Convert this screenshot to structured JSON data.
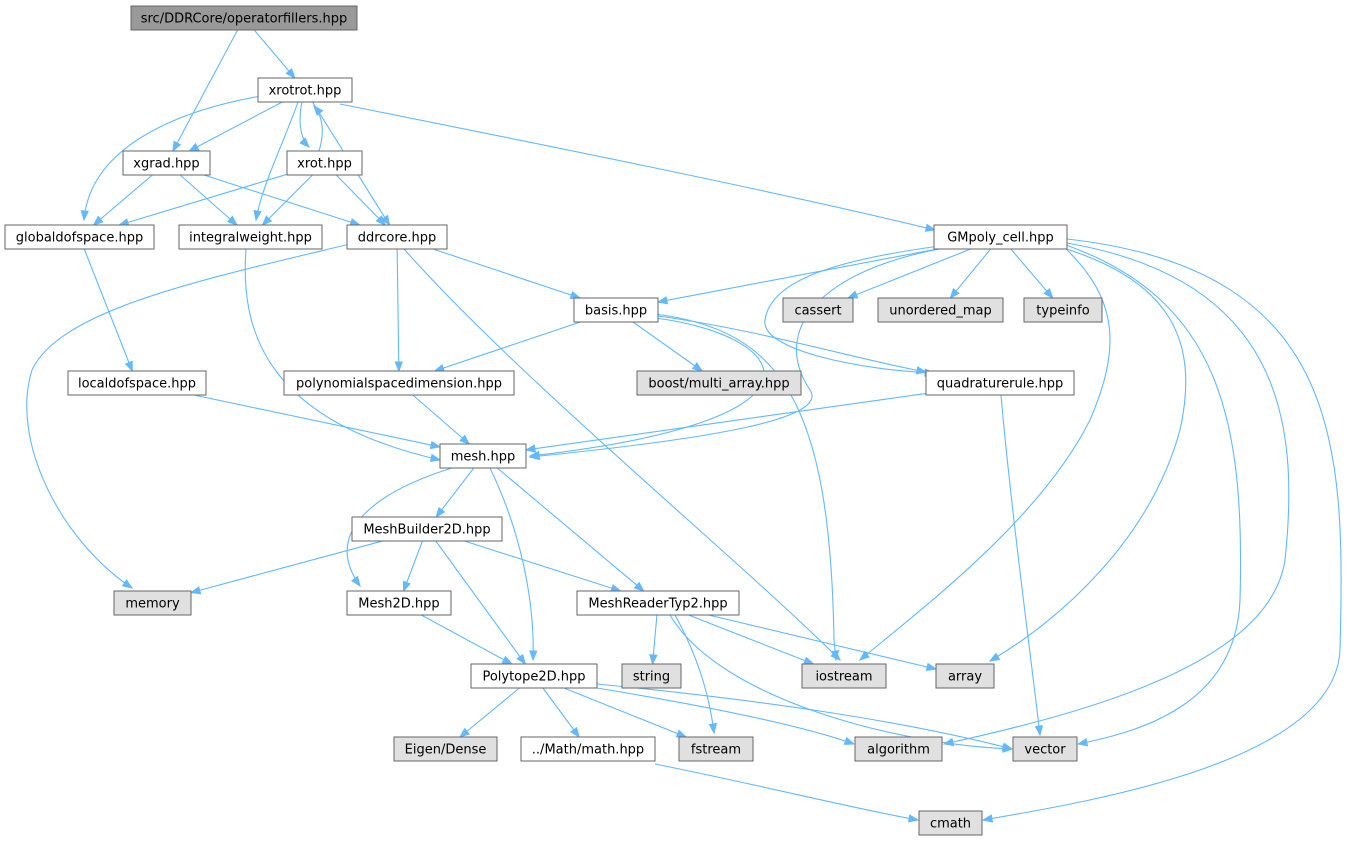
{
  "colors": {
    "edge": "#63b8ff",
    "root_fill": "#999999",
    "file_fill": "#ffffff",
    "system_fill": "#e0e0e0",
    "border": "#666666"
  },
  "graph": {
    "nodes": [
      {
        "id": "root",
        "label": "src/DDRCore/operatorfillers.hpp",
        "kind": "root",
        "interactable": false
      },
      {
        "id": "xrotrot",
        "label": "xrotrot.hpp",
        "kind": "file",
        "interactable": true
      },
      {
        "id": "xgrad",
        "label": "xgrad.hpp",
        "kind": "file",
        "interactable": true
      },
      {
        "id": "xrot",
        "label": "xrot.hpp",
        "kind": "file",
        "interactable": true
      },
      {
        "id": "globaldofspace",
        "label": "globaldofspace.hpp",
        "kind": "file",
        "interactable": true
      },
      {
        "id": "integralweight",
        "label": "integralweight.hpp",
        "kind": "file",
        "interactable": true
      },
      {
        "id": "ddrcore",
        "label": "ddrcore.hpp",
        "kind": "file",
        "interactable": true
      },
      {
        "id": "gmpoly",
        "label": "GMpoly_cell.hpp",
        "kind": "file",
        "interactable": true
      },
      {
        "id": "basis",
        "label": "basis.hpp",
        "kind": "file",
        "interactable": true
      },
      {
        "id": "cassert",
        "label": "cassert",
        "kind": "system",
        "interactable": false
      },
      {
        "id": "unordered_map",
        "label": "unordered_map",
        "kind": "system",
        "interactable": false
      },
      {
        "id": "typeinfo",
        "label": "typeinfo",
        "kind": "system",
        "interactable": false
      },
      {
        "id": "localdofspace",
        "label": "localdofspace.hpp",
        "kind": "file",
        "interactable": true
      },
      {
        "id": "polyspacedim",
        "label": "polynomialspacedimension.hpp",
        "kind": "file",
        "interactable": true
      },
      {
        "id": "boost_multi_array",
        "label": "boost/multi_array.hpp",
        "kind": "system",
        "interactable": false
      },
      {
        "id": "quadrature",
        "label": "quadraturerule.hpp",
        "kind": "file",
        "interactable": true
      },
      {
        "id": "mesh",
        "label": "mesh.hpp",
        "kind": "file",
        "interactable": true
      },
      {
        "id": "meshbuilder",
        "label": "MeshBuilder2D.hpp",
        "kind": "file",
        "interactable": true
      },
      {
        "id": "memory",
        "label": "memory",
        "kind": "system",
        "interactable": false
      },
      {
        "id": "mesh2d",
        "label": "Mesh2D.hpp",
        "kind": "file",
        "interactable": true
      },
      {
        "id": "meshreader",
        "label": "MeshReaderTyp2.hpp",
        "kind": "file",
        "interactable": true
      },
      {
        "id": "string",
        "label": "string",
        "kind": "system",
        "interactable": false
      },
      {
        "id": "polytope",
        "label": "Polytope2D.hpp",
        "kind": "file",
        "interactable": true
      },
      {
        "id": "iostream",
        "label": "iostream",
        "kind": "system",
        "interactable": false
      },
      {
        "id": "array",
        "label": "array",
        "kind": "system",
        "interactable": false
      },
      {
        "id": "eigen_dense",
        "label": "Eigen/Dense",
        "kind": "system",
        "interactable": false
      },
      {
        "id": "math",
        "label": "../Math/math.hpp",
        "kind": "file",
        "interactable": true
      },
      {
        "id": "fstream",
        "label": "fstream",
        "kind": "system",
        "interactable": false
      },
      {
        "id": "algorithm",
        "label": "algorithm",
        "kind": "system",
        "interactable": false
      },
      {
        "id": "vector",
        "label": "vector",
        "kind": "system",
        "interactable": false
      },
      {
        "id": "cmath",
        "label": "cmath",
        "kind": "system",
        "interactable": false
      }
    ],
    "edges": [
      [
        "root",
        "xrotrot"
      ],
      [
        "root",
        "xgrad"
      ],
      [
        "xrotrot",
        "xgrad"
      ],
      [
        "xrotrot",
        "xrot"
      ],
      [
        "xrotrot",
        "globaldofspace"
      ],
      [
        "xrotrot",
        "integralweight"
      ],
      [
        "xrotrot",
        "ddrcore"
      ],
      [
        "xrotrot",
        "gmpoly"
      ],
      [
        "xrot",
        "xrotrot"
      ],
      [
        "xrot",
        "globaldofspace"
      ],
      [
        "xrot",
        "integralweight"
      ],
      [
        "xrot",
        "ddrcore"
      ],
      [
        "xgrad",
        "globaldofspace"
      ],
      [
        "xgrad",
        "integralweight"
      ],
      [
        "xgrad",
        "ddrcore"
      ],
      [
        "globaldofspace",
        "localdofspace"
      ],
      [
        "integralweight",
        "mesh"
      ],
      [
        "ddrcore",
        "basis"
      ],
      [
        "ddrcore",
        "polyspacedim"
      ],
      [
        "ddrcore",
        "iostream"
      ],
      [
        "ddrcore",
        "memory"
      ],
      [
        "gmpoly",
        "basis"
      ],
      [
        "gmpoly",
        "cassert"
      ],
      [
        "gmpoly",
        "unordered_map"
      ],
      [
        "gmpoly",
        "typeinfo"
      ],
      [
        "gmpoly",
        "quadrature"
      ],
      [
        "gmpoly",
        "mesh"
      ],
      [
        "gmpoly",
        "iostream"
      ],
      [
        "gmpoly",
        "array"
      ],
      [
        "gmpoly",
        "vector"
      ],
      [
        "gmpoly",
        "algorithm"
      ],
      [
        "gmpoly",
        "cmath"
      ],
      [
        "basis",
        "polyspacedim"
      ],
      [
        "basis",
        "boost_multi_array"
      ],
      [
        "basis",
        "quadrature"
      ],
      [
        "basis",
        "mesh"
      ],
      [
        "basis",
        "iostream"
      ],
      [
        "localdofspace",
        "mesh"
      ],
      [
        "polyspacedim",
        "mesh"
      ],
      [
        "quadrature",
        "mesh"
      ],
      [
        "quadrature",
        "vector"
      ],
      [
        "mesh",
        "meshbuilder"
      ],
      [
        "mesh",
        "mesh2d"
      ],
      [
        "mesh",
        "polytope"
      ],
      [
        "mesh",
        "meshreader"
      ],
      [
        "meshbuilder",
        "memory"
      ],
      [
        "meshbuilder",
        "mesh2d"
      ],
      [
        "meshbuilder",
        "polytope"
      ],
      [
        "meshbuilder",
        "meshreader"
      ],
      [
        "mesh2d",
        "polytope"
      ],
      [
        "meshreader",
        "string"
      ],
      [
        "meshreader",
        "iostream"
      ],
      [
        "meshreader",
        "array"
      ],
      [
        "meshreader",
        "fstream"
      ],
      [
        "meshreader",
        "vector"
      ],
      [
        "polytope",
        "eigen_dense"
      ],
      [
        "polytope",
        "math"
      ],
      [
        "polytope",
        "fstream"
      ],
      [
        "polytope",
        "algorithm"
      ],
      [
        "polytope",
        "vector"
      ],
      [
        "math",
        "cmath"
      ]
    ]
  }
}
